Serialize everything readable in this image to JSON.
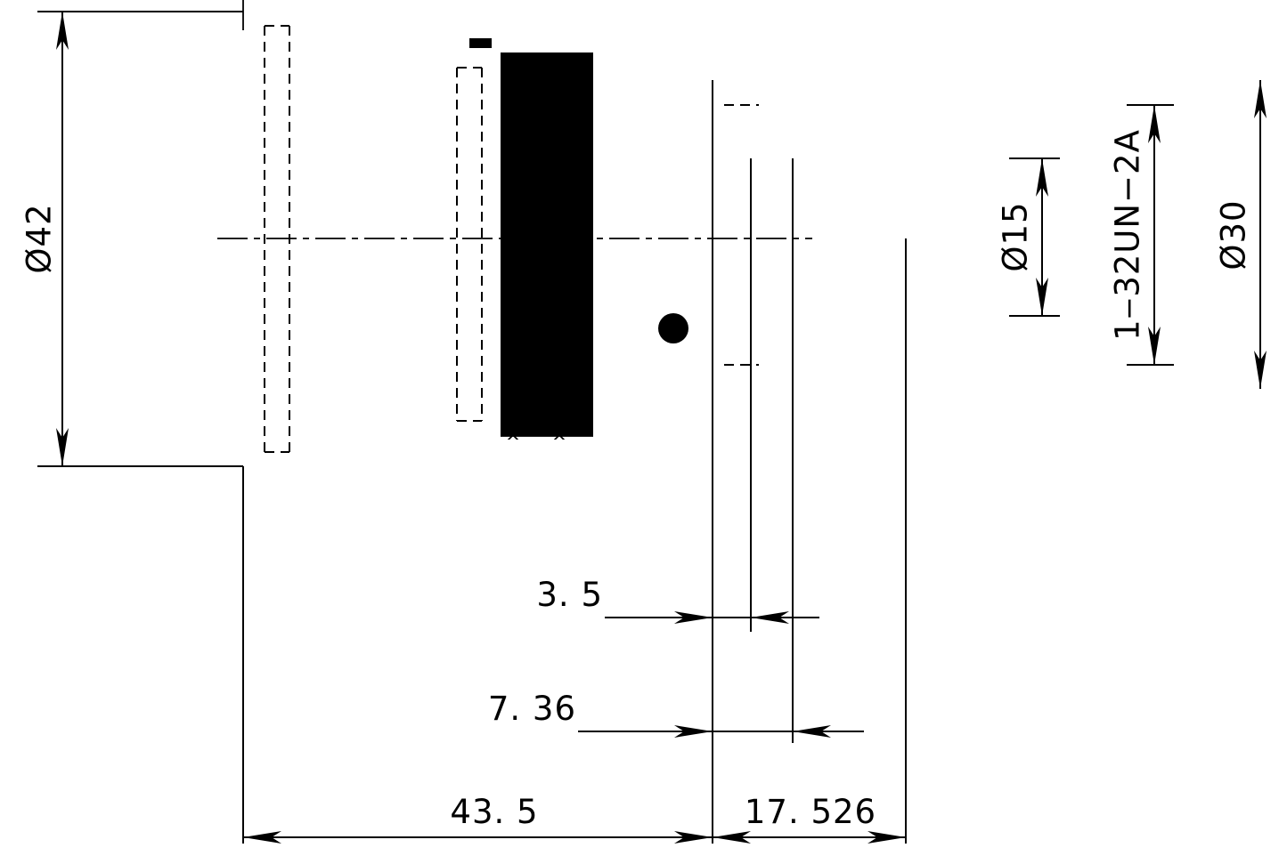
{
  "drawing": {
    "type": "mechanical-part-technical-drawing",
    "title": "",
    "units": "mm",
    "line_color": "#000000",
    "background_color": "#ffffff"
  },
  "dimensions": {
    "diameter_42": {
      "label": "Ø42",
      "value": 42,
      "orientation": "vertical",
      "side": "left"
    },
    "diameter_30": {
      "label": "Ø30",
      "value": 30,
      "orientation": "vertical",
      "side": "right"
    },
    "diameter_15": {
      "label": "Ø15",
      "value": 15,
      "orientation": "vertical",
      "side": "right"
    },
    "thread_spec": {
      "label": "1‒32UN−2A",
      "orientation": "vertical",
      "side": "right"
    },
    "length_3_5": {
      "label": "3. 5",
      "value": 3.5,
      "orientation": "horizontal",
      "side": "bottom"
    },
    "length_7_36": {
      "label": "7. 36",
      "value": 7.36,
      "orientation": "horizontal",
      "side": "bottom"
    },
    "length_43_5": {
      "label": "43. 5",
      "value": 43.5,
      "orientation": "horizontal",
      "side": "bottom"
    },
    "length_17_526": {
      "label": "17. 526",
      "value": 17.526,
      "orientation": "horizontal",
      "side": "bottom"
    }
  },
  "features": {
    "knurled_grip": "diamond-knurl-band",
    "set_screw_top": "slotted-set-screw",
    "side_screw": "slotted-screw-head",
    "center_mark": "x-cross-center-mark",
    "center_line": "horizontal-axis-centerline",
    "hidden_slots": "internal-bore-hidden-lines"
  }
}
